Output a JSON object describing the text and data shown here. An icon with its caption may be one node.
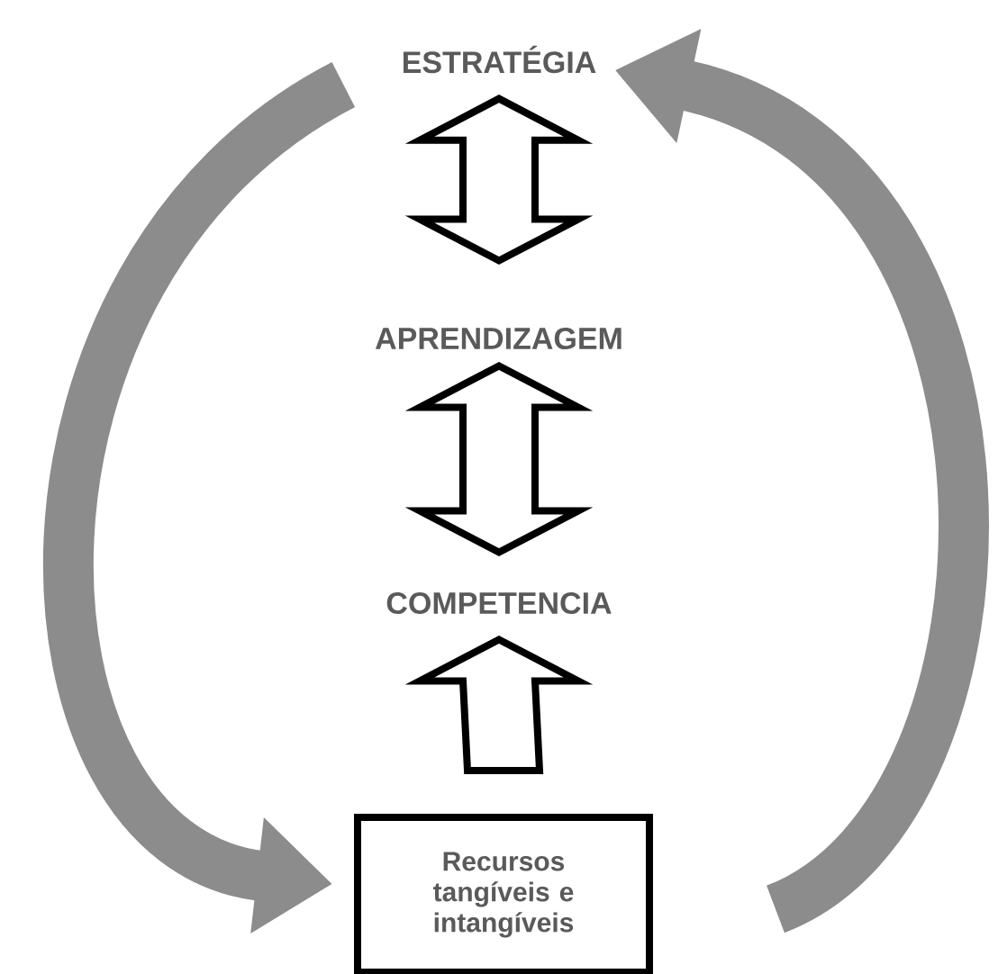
{
  "diagram": {
    "nodes": [
      {
        "text": [
          "ESTRATÉGIA"
        ]
      },
      {
        "text": [
          "APRENDIZAGEM"
        ]
      },
      {
        "text": [
          "COMPETENCIA"
        ]
      },
      {
        "text": [
          "Recursos tangíveis e intangíveis"
        ]
      }
    ],
    "edges": [
      {
        "from": 0,
        "to": 1,
        "arrow": "both"
      },
      {
        "from": 1,
        "to": 2,
        "arrow": "both"
      },
      {
        "from": 3,
        "to": 2,
        "arrow": "to"
      },
      {
        "from": 0,
        "to": 3,
        "arrow": "to",
        "color": "#8c8c8c"
      },
      {
        "from": 3,
        "to": 0,
        "arrow": "to",
        "color": "#8c8c8c"
      }
    ]
  }
}
